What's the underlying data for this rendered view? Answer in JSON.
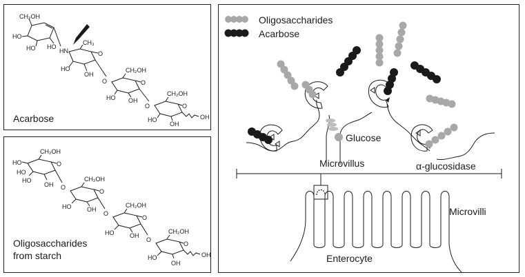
{
  "acarbose_panel": {
    "label": "Acarbose",
    "atoms": {
      "ch2oh": "CH₂OH",
      "ho1": "HO",
      "ho2": "HO",
      "ho3": "HO",
      "hn": "HN",
      "ch3": "CH₃",
      "o1": "O",
      "ho4": "HO",
      "oh1": "OH",
      "o2": "O",
      "ch2oh2": "CH₂OH",
      "o3": "O",
      "ho5": "HO",
      "oh2": "OH",
      "o4": "O",
      "ch2oh3": "CH₂OH",
      "o5": "O",
      "ho6": "HO",
      "oh3": "OH",
      "oh4": "OH"
    }
  },
  "oligo_panel": {
    "label_line1": "Oligosaccharides",
    "label_line2": "from starch",
    "atoms": {
      "ho1": "HO",
      "ch2oh1": "CH₂OH",
      "o1": "O",
      "ho2": "HO",
      "ho3": "HO",
      "oh1": "OH",
      "o2": "O",
      "ch2oh2": "CH₂OH",
      "o3": "O",
      "ho4": "HO",
      "oh2": "OH",
      "o4": "O",
      "ch2oh3": "CH₂OH",
      "o5": "O",
      "ho5": "HO",
      "oh3": "OH",
      "o6": "O",
      "ch2oh4": "CH₂OH",
      "o7": "O",
      "ho6": "HO",
      "oh4": "OH",
      "oh5": "OH"
    }
  },
  "right_panel": {
    "legend_oligo": "Oligosaccharides",
    "legend_acarbose": "Acarbose",
    "glucose": "Glucose",
    "microvillus": "Microvillus",
    "glucosidase": "α-glucosidase",
    "microvilli": "Microvilli",
    "enterocyte": "Enterocyte"
  },
  "colors": {
    "oligo_bead": "#a8a8a8",
    "acarbose_bead": "#1a1a1a",
    "stroke": "#1a1a1a"
  }
}
